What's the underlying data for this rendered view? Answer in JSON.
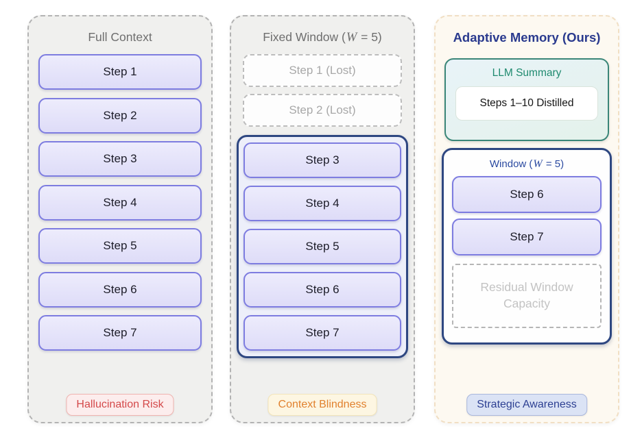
{
  "colors": {
    "step_border": "#7d7ce0",
    "navy_window_border": "#2e4781",
    "teal_summary_border": "#3a8678",
    "risk_red": "#d4494a",
    "blindness_orange": "#e1812e",
    "awareness_blue": "#2c3f92",
    "adaptive_title_navy": "#2a3a8e"
  },
  "panel_full": {
    "title": "Full Context",
    "steps": [
      "Step 1",
      "Step 2",
      "Step 3",
      "Step 4",
      "Step 5",
      "Step 6",
      "Step 7"
    ],
    "badge": "Hallucination Risk"
  },
  "panel_fixed": {
    "title_pre": "Fixed Window (",
    "math_var": "W",
    "title_post": " = 5)",
    "lost_steps": [
      "Step 1 (Lost)",
      "Step 2 (Lost)"
    ],
    "window_steps": [
      "Step 3",
      "Step 4",
      "Step 5",
      "Step 6",
      "Step 7"
    ],
    "badge": "Context Blindness"
  },
  "panel_adaptive": {
    "title": "Adaptive Memory (Ours)",
    "summary_label": "LLM Summary",
    "summary_content": "Steps 1–10 Distilled",
    "window_label_pre": "Window (",
    "math_var": "W",
    "window_label_post": " = 5)",
    "window_steps": [
      "Step 6",
      "Step 7"
    ],
    "residual_label": "Residual Window Capacity",
    "badge": "Strategic Awareness"
  }
}
